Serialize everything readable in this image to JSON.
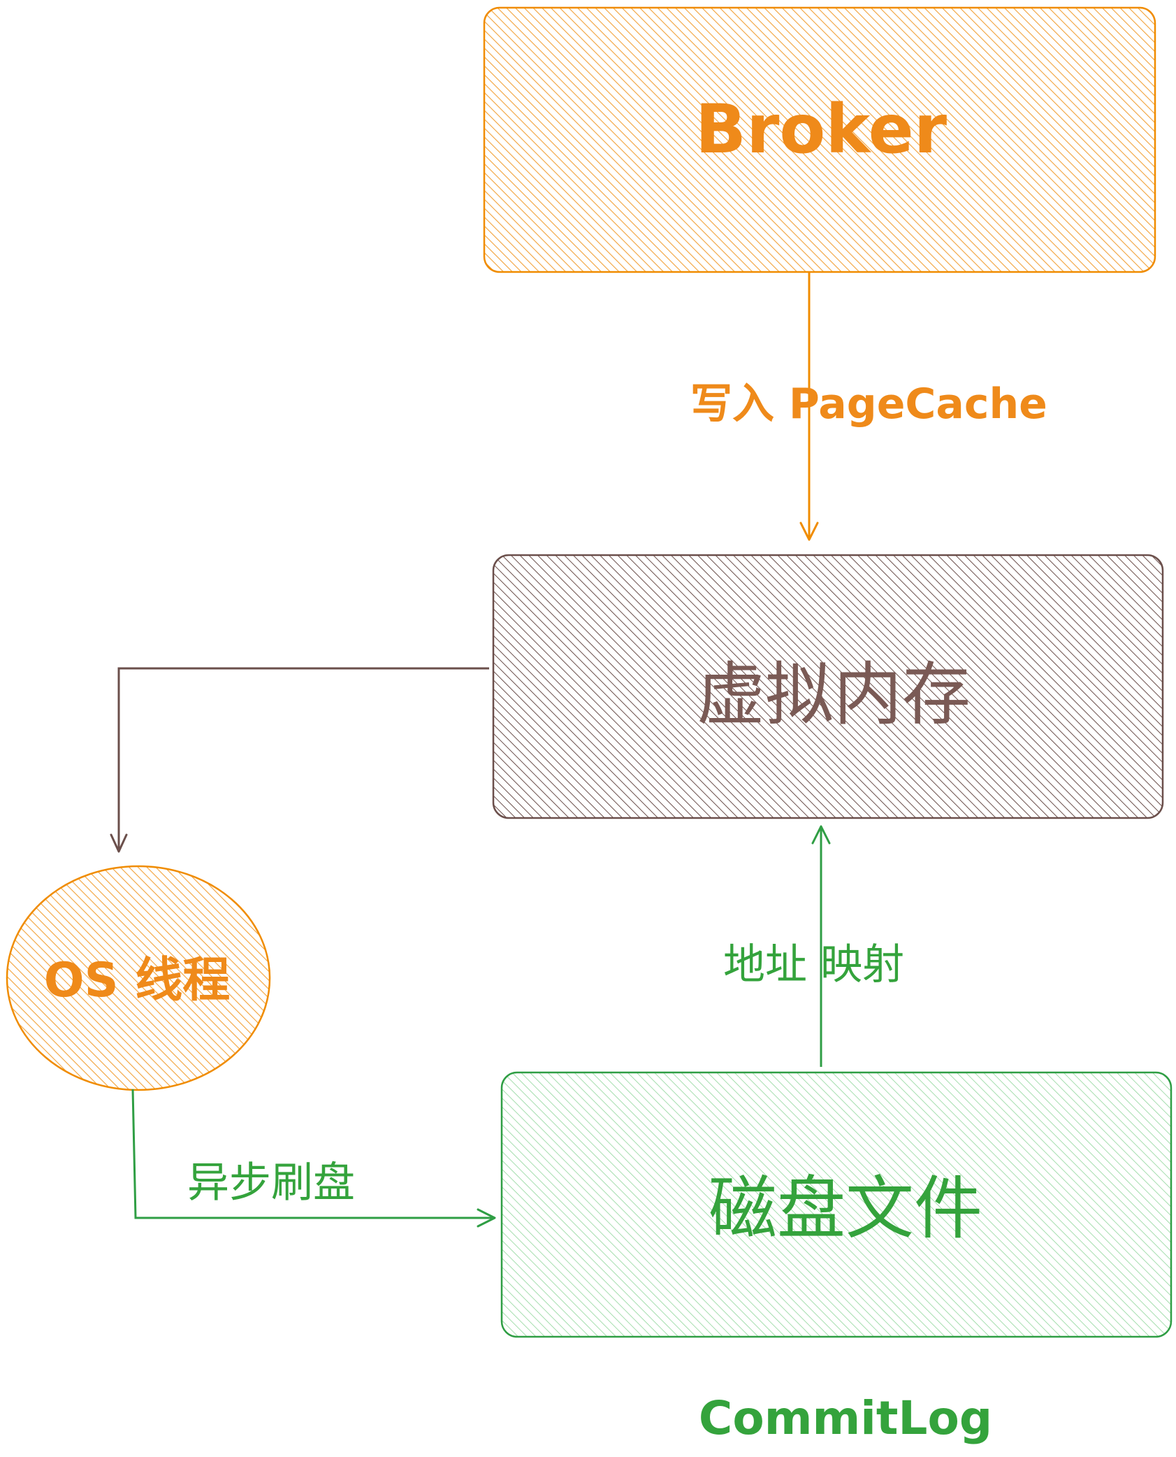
{
  "nodes": {
    "broker": {
      "label": "Broker",
      "color": "#f08c00"
    },
    "virtual_memory": {
      "label": "虚拟内存",
      "color": "#6b4f4b"
    },
    "os_thread": {
      "label": "OS 线程",
      "color": "#f08c00"
    },
    "disk_file": {
      "label": "磁盘文件",
      "color": "#2f9e44"
    }
  },
  "edges": {
    "write_pagecache": {
      "label": "写入 PageCache"
    },
    "address_mapping": {
      "label": "地址 映射"
    },
    "async_flush": {
      "label": "异步刷盘"
    }
  },
  "caption": "CommitLog"
}
